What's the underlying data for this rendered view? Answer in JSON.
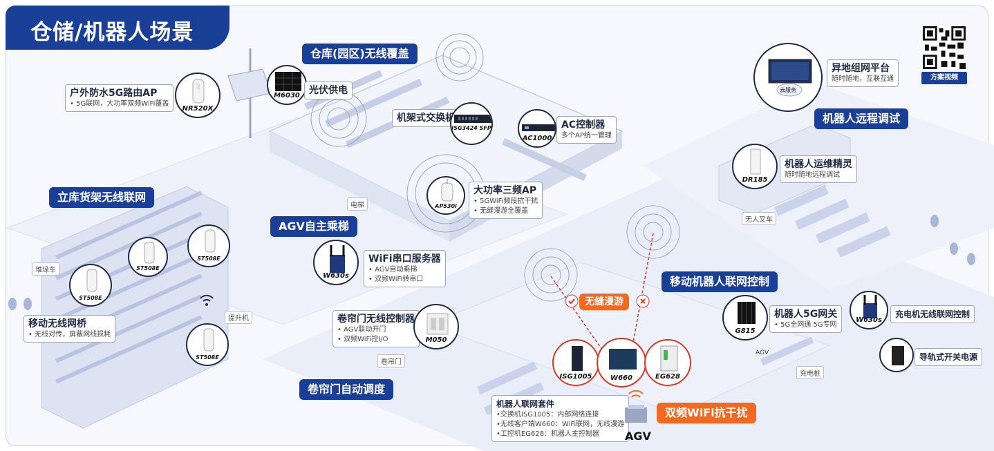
{
  "title": "仓储/机器人场景",
  "pills": {
    "warehouse_wireless": "仓库(园区)无线覆盖",
    "robot_remote": "机器人远程调试",
    "stack_wireless": "立库货架无线联网",
    "agv_elevator": "AGV自主乘梯",
    "mobile_robot": "移动机器人联网控制",
    "seamless_roaming": "无缝漫游",
    "shutter_dispatch": "卷帘门自动调度",
    "dual_wifi": "双频WiFi抗干扰"
  },
  "cards": {
    "outdoor_ap": {
      "title": "户外防水5G路由AP",
      "line": "• 5G联网，大功率双频WiFi覆盖"
    },
    "pv": {
      "title": "光伏供电"
    },
    "switch": {
      "title": "机架式交换机"
    },
    "ac": {
      "title": "AC控制器",
      "line": "多个AP统一管理"
    },
    "high_power_ap": {
      "title": "大功率三频AP",
      "lines": [
        "• 5GWiFi频段抗干扰",
        "• 无缝漫游全覆盖"
      ]
    },
    "wifi_serial": {
      "title": "WiFi串口服务器",
      "lines": [
        "• AGV自动乘梯",
        "• 双频WiFi转串口"
      ]
    },
    "shutter_ctrl": {
      "title": "卷帘门无线控制器",
      "lines": [
        "• AGV联动开门",
        "• 双频WiFi控I/O"
      ]
    },
    "bridge": {
      "title": "移动无线网桥",
      "line": "• 无线对传，屏蔽网线损耗"
    },
    "remote_platform": {
      "title": "异地组网平台",
      "line": "随时随地，互联互通"
    },
    "robot_ops": {
      "title": "机器人运维精灵",
      "line": "随时随地远程调试"
    },
    "robot_5g": {
      "title": "机器人5G网关",
      "line": "• 5G全网通 5G专网"
    },
    "charger_ctrl": {
      "title": "充电机无线联网控制"
    },
    "rail_switch": {
      "title": "导轨式开关电源"
    },
    "robot_kit": {
      "title": "机器人联网套件",
      "lines": [
        "•交换机ISG1005：内部网络连接",
        "•无线客户端W660：WiFi联网，无线漫游",
        "•工控机EG628：机器人主控制器"
      ]
    }
  },
  "devices": {
    "nr520x": "NR520X",
    "m6030": "M6030",
    "isg": "ISG3424 SFP",
    "ac1000": "AC1000",
    "ap530": "AP530i",
    "w630s": "W630s",
    "m050": "M050",
    "st508e_1": "ST508E",
    "st508e_2": "ST508E",
    "st508e_3": "ST508E",
    "st508e_4": "ST508E",
    "dr185": "DR185",
    "g815": "G815",
    "w630s_2": "W630s",
    "isg1005": "ISG1005",
    "w660": "W660",
    "eg628": "EG628"
  },
  "tags": {
    "elevator": "电梯",
    "stacker": "堆垛车",
    "lift": "提升机",
    "shutter": "卷帘门",
    "unmanned_forklift": "无人叉车",
    "charging_pile": "充电桩",
    "cloud": "云服务",
    "agv_small": "AGV"
  },
  "qr_label": "方案视频",
  "agv_label": "AGV",
  "colors": {
    "brand_blue": "#1a3f96",
    "accent_orange": "#f06a22",
    "alert_red": "#d23a2a"
  },
  "icons": [
    "router-icon",
    "solar-icon",
    "switch-icon",
    "controller-icon",
    "ap-icon",
    "serial-server-icon",
    "relay-icon",
    "bridge-icon",
    "platform-icon",
    "gateway-icon",
    "power-supply-icon",
    "agv-icon",
    "wifi-signal-icon",
    "qr-code-icon",
    "check-icon",
    "cross-icon"
  ]
}
